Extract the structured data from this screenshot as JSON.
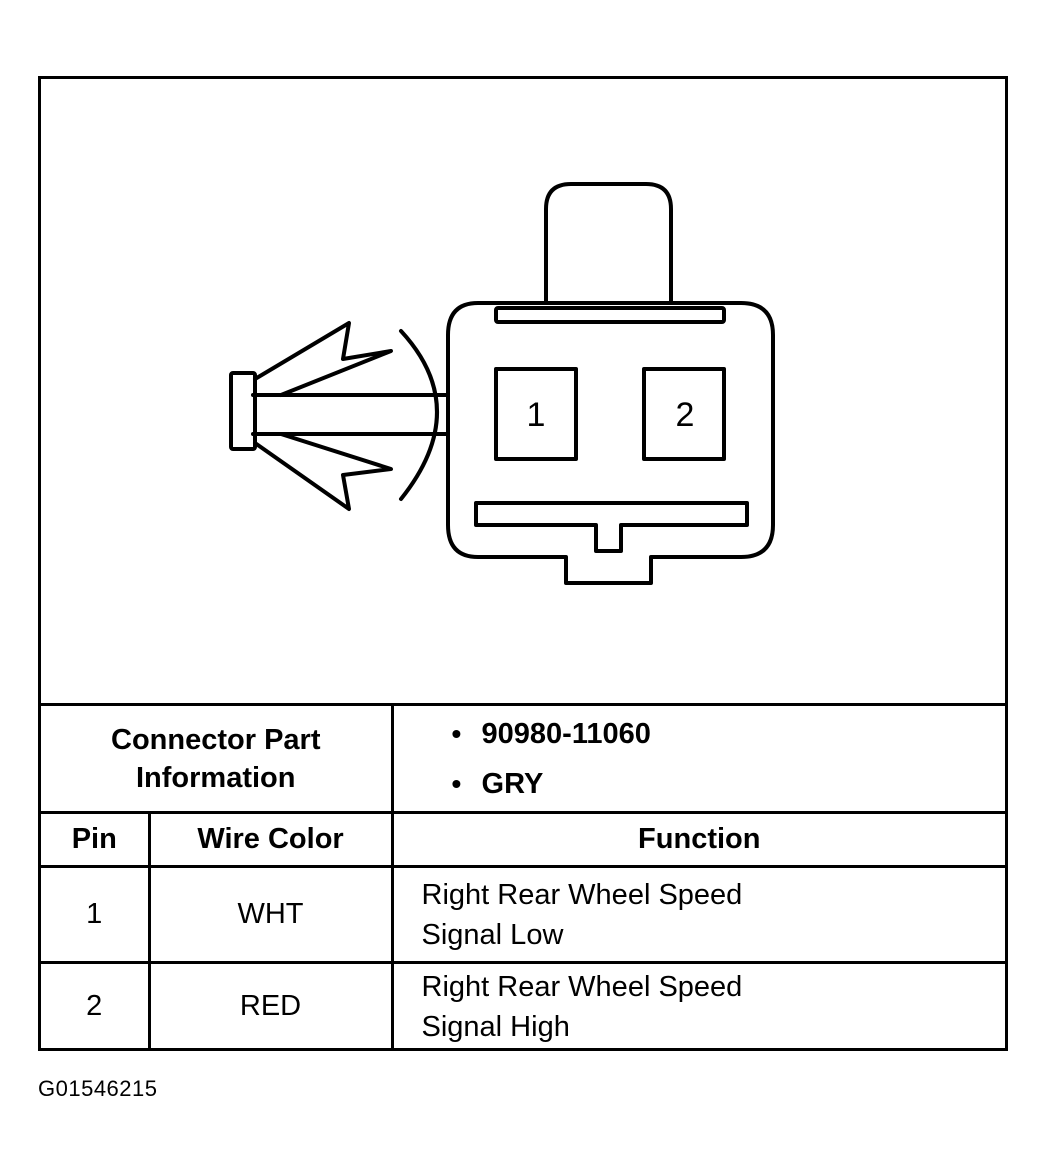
{
  "connector_view": {
    "pins": [
      {
        "label": "1"
      },
      {
        "label": "2"
      }
    ]
  },
  "connector_info": {
    "label_line1": "Connector Part",
    "label_line2": "Information",
    "part_number": "90980-11060",
    "color_code": "GRY",
    "bullet": "•"
  },
  "table": {
    "headers": {
      "pin": "Pin",
      "wire_color": "Wire Color",
      "function": "Function"
    },
    "rows": [
      {
        "pin": "1",
        "wire_color": "WHT",
        "function_line1": "Right Rear Wheel Speed",
        "function_line2": "Signal Low"
      },
      {
        "pin": "2",
        "wire_color": "RED",
        "function_line1": "Right Rear Wheel Speed",
        "function_line2": "Signal High"
      }
    ]
  },
  "figure_id": "G01546215"
}
